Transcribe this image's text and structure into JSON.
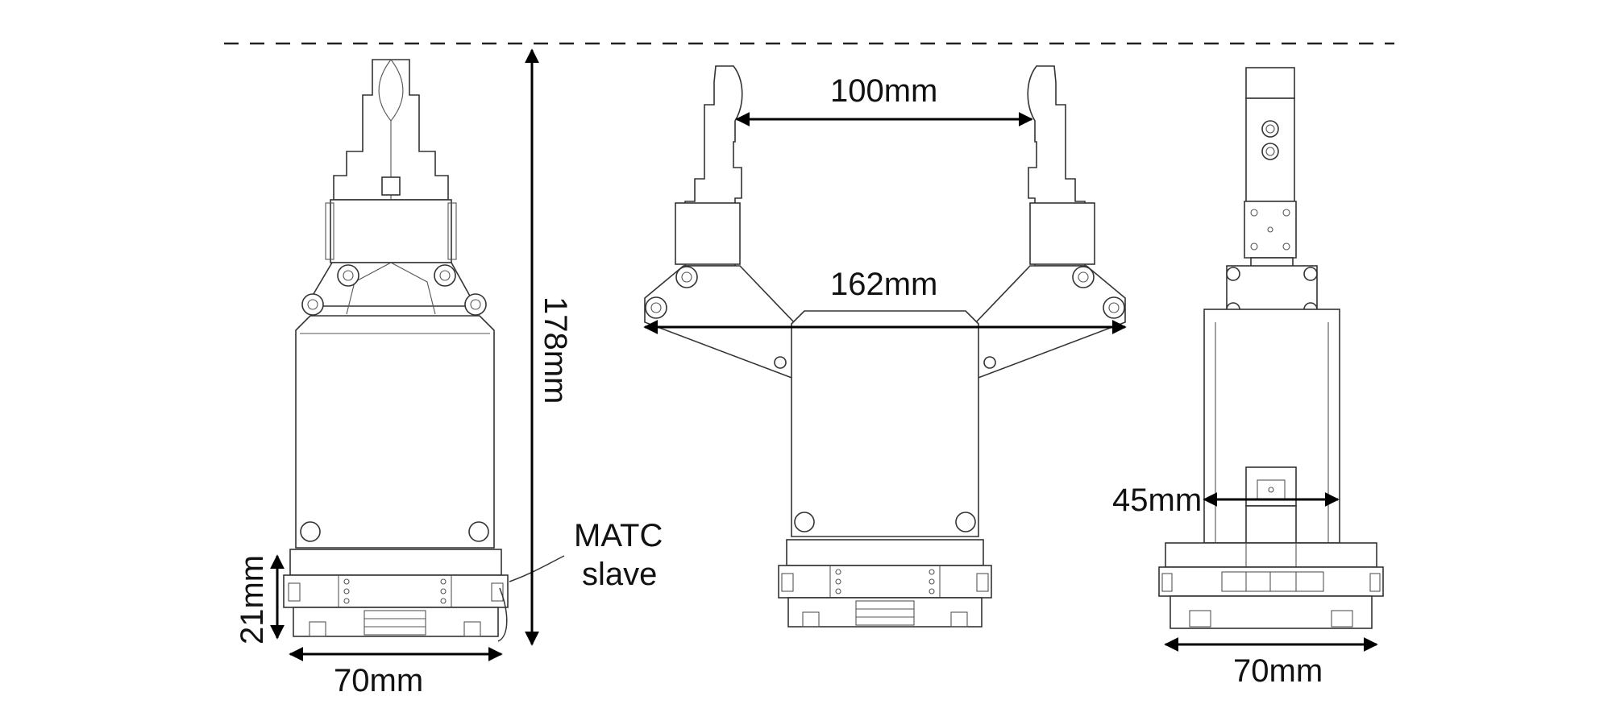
{
  "colors": {
    "line": "#333333",
    "dimension": "#000000",
    "background": "#ffffff"
  },
  "dimensions": {
    "height": "178mm",
    "opening": "100mm",
    "span": "162mm",
    "front_width": "70mm",
    "side_width": "70mm",
    "base_height": "21mm",
    "depth": "45mm"
  },
  "callout": {
    "line1": "MATC",
    "line2": "slave"
  }
}
